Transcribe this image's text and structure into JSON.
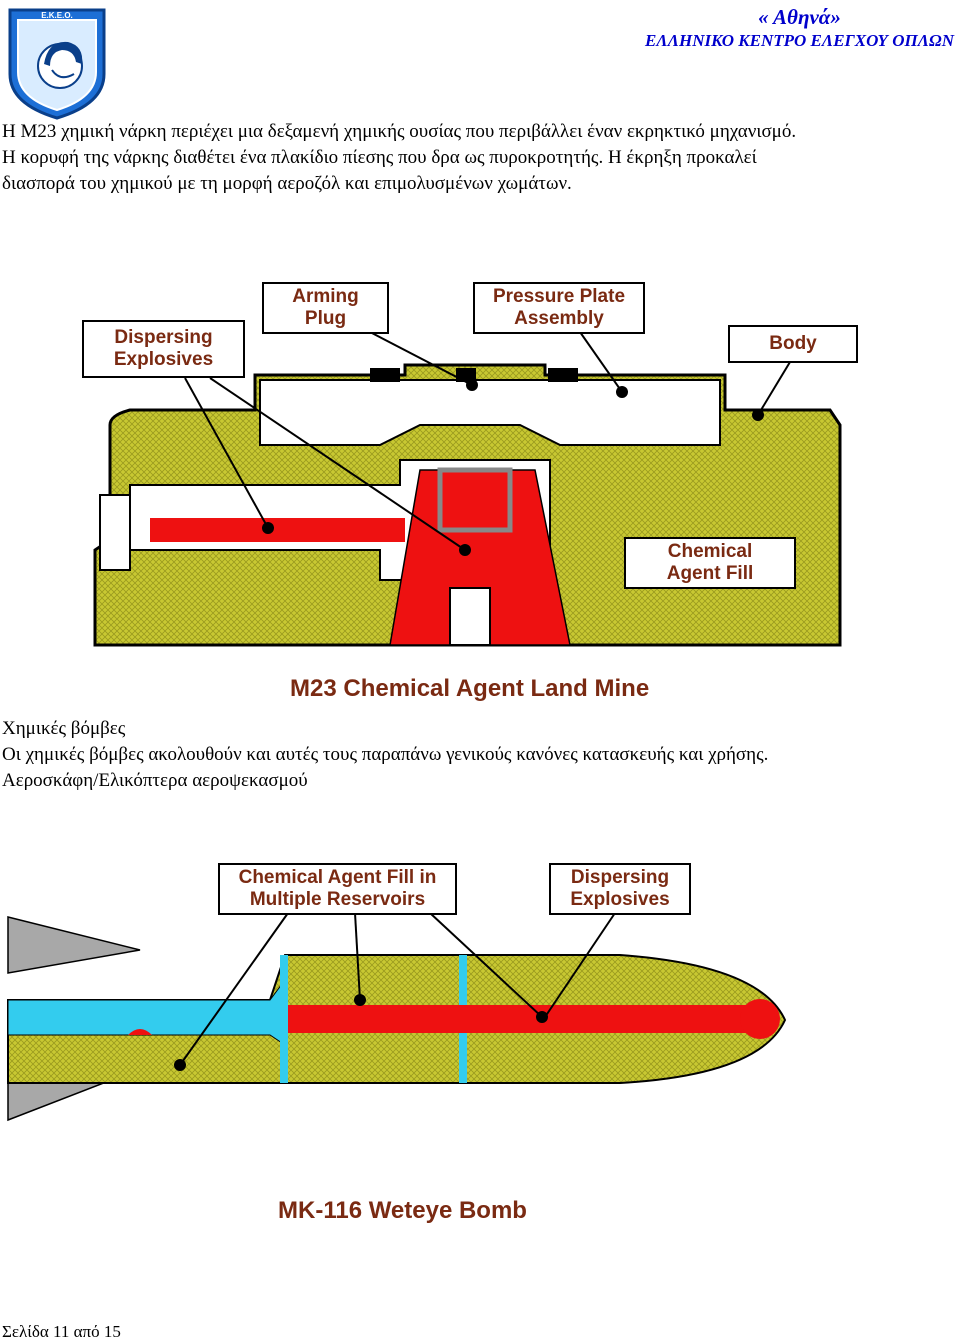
{
  "header": {
    "logo_text": "Ε.Κ.Ε.Ο.",
    "title": "« Αθηνά»",
    "subtitle": "ΕΛΛΗΝΙΚΟ ΚΕΝΤΡΟ ΕΛΕΓΧΟΥ ΟΠΛΩΝ"
  },
  "intro": {
    "line1": "Η M23 χημική νάρκη περιέχει μια δεξαμενή χημικής ουσίας που περιβάλλει έναν εκρηκτικό μηχανισμό.",
    "line2": "Η κορυφή της νάρκης διαθέτει ένα πλακίδιο πίεσης που δρα ως πυροκροτητής. Η έκρηξη προκαλεί",
    "line3": "διασπορά του χημικού με τη μορφή αεροζόλ και επιμολυσμένων χωμάτων."
  },
  "mine_diagram": {
    "labels": {
      "dispersing_1": "Dispersing",
      "dispersing_2": "Explosives",
      "arming_1": "Arming",
      "arming_2": "Plug",
      "pressure_1": "Pressure Plate",
      "pressure_2": "Assembly",
      "body": "Body",
      "chemical_1": "Chemical",
      "chemical_2": "Agent Fill"
    },
    "caption": "M23 Chemical Agent Land Mine"
  },
  "section": {
    "heading": "Χημικές βόμβες",
    "line1": "Οι χημικές βόμβες ακολουθούν και αυτές τους παραπάνω γενικούς κανόνες κατασκευής και χρήσης.",
    "line2": "Αεροσκάφη/Ελικόπτερα αεροψεκασμού"
  },
  "bomb_diagram": {
    "labels": {
      "fill_1": "Chemical Agent Fill in",
      "fill_2": "Multiple Reservoirs",
      "disp_1": "Dispersing",
      "disp_2": "Explosives"
    },
    "caption": "MK-116 Weteye Bomb"
  },
  "footer": {
    "page": "Σελίδα 11 από 15"
  },
  "colors": {
    "olive": "#c8c832",
    "red": "#ee1111",
    "cyan": "#33ccee",
    "grey": "#a8a8a8",
    "label_text": "#7a2a12",
    "header_blue": "#0000cc"
  }
}
